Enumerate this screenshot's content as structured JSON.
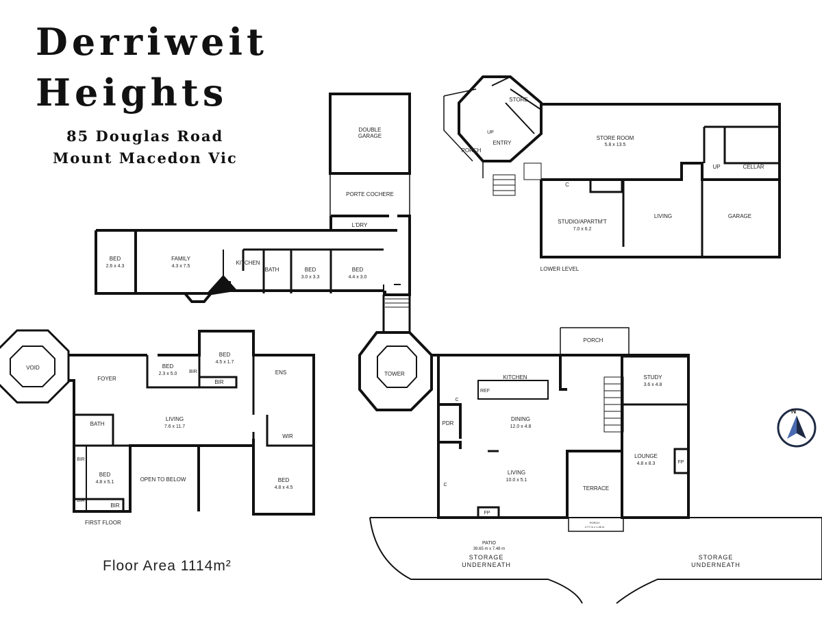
{
  "header": {
    "title_line1": "Derriweit",
    "title_line2": "Heights",
    "address_line1": "85 Douglas Road",
    "address_line2": "Mount Macedon Vic",
    "floor_area": "Floor Area 1114m²"
  },
  "rooms": {
    "double_garage": "DOUBLE",
    "double_garage_2": "GARAGE",
    "porte_cochere": "PORTE COCHERE",
    "laundry": "L'DRY",
    "bed1": "BED",
    "bed1_size": "2.6 x 4.3",
    "family": "FAMILY",
    "family_size": "4.3 x 7.5",
    "kitchen_upper": "KITCHEN",
    "bath_upper": "BATH",
    "bed2": "BED",
    "bed2_size": "3.0 x 3.3",
    "bed3": "BED",
    "bed3_size": "4.4 x 3.0",
    "void": "VOID",
    "foyer": "FOYER",
    "bed4": "BED",
    "bed4_size": "2.3 x 5.0",
    "bir1": "BIR",
    "bed5": "BED",
    "bed5_size": "4.5 x 1.7",
    "bir2": "BIR",
    "ens": "ENS",
    "living_first": "LIVING",
    "living_first_size": "7.6 x 11.7",
    "bath_first": "BATH",
    "wir": "WIR",
    "bir3": "BIR",
    "bir4": "BIR",
    "bed6": "BED",
    "bed6_size": "4.8 x 5.1",
    "bir5": "BIR",
    "open_to_below": "OPEN TO BELOW",
    "bed7": "BED",
    "bed7_size": "4.8 x 4.5",
    "first_floor": "FIRST FLOOR",
    "store": "STORE",
    "up1": "UP",
    "entry": "ENTRY",
    "porch_lower": "PORCH",
    "store_room": "STORE ROOM",
    "store_room_size": "5.8 x 13.5",
    "up2": "UP",
    "cellar": "CELLAR",
    "c1": "C",
    "studio": "STUDIO/APARTM'T",
    "studio_size": "7.0 x 6.2",
    "living_lower": "LIVING",
    "garage": "GARAGE",
    "lower_level": "LOWER LEVEL",
    "tower": "TOWER",
    "porch_ground": "PORCH",
    "kitchen_ground": "KITCHEN",
    "ref": "REF",
    "c2": "C",
    "pdr": "PDR",
    "dining": "DINING",
    "dining_size": "12.0 x 4.8",
    "study": "STUDY",
    "study_size": "3.6 x 4.8",
    "lounge": "LOUNGE",
    "lounge_size": "4.8 x 8.3",
    "fp1": "FP",
    "c3": "C",
    "living_ground": "LIVING",
    "living_ground_size": "10.0 x 5.1",
    "terrace": "TERRACE",
    "fp2": "FP",
    "porch_small": "PORCH",
    "porch_small_size": "4.77 m x 1.46 m",
    "patio": "PATIO",
    "patio_size": "39.65 m x 7.48 m",
    "storage1": "STORAGE",
    "storage1_2": "UNDERNEATH",
    "storage2": "STORAGE",
    "storage2_2": "UNDERNEATH",
    "compass_n": "N"
  },
  "colors": {
    "wall": "#111111",
    "compass": "#1e2a44"
  }
}
